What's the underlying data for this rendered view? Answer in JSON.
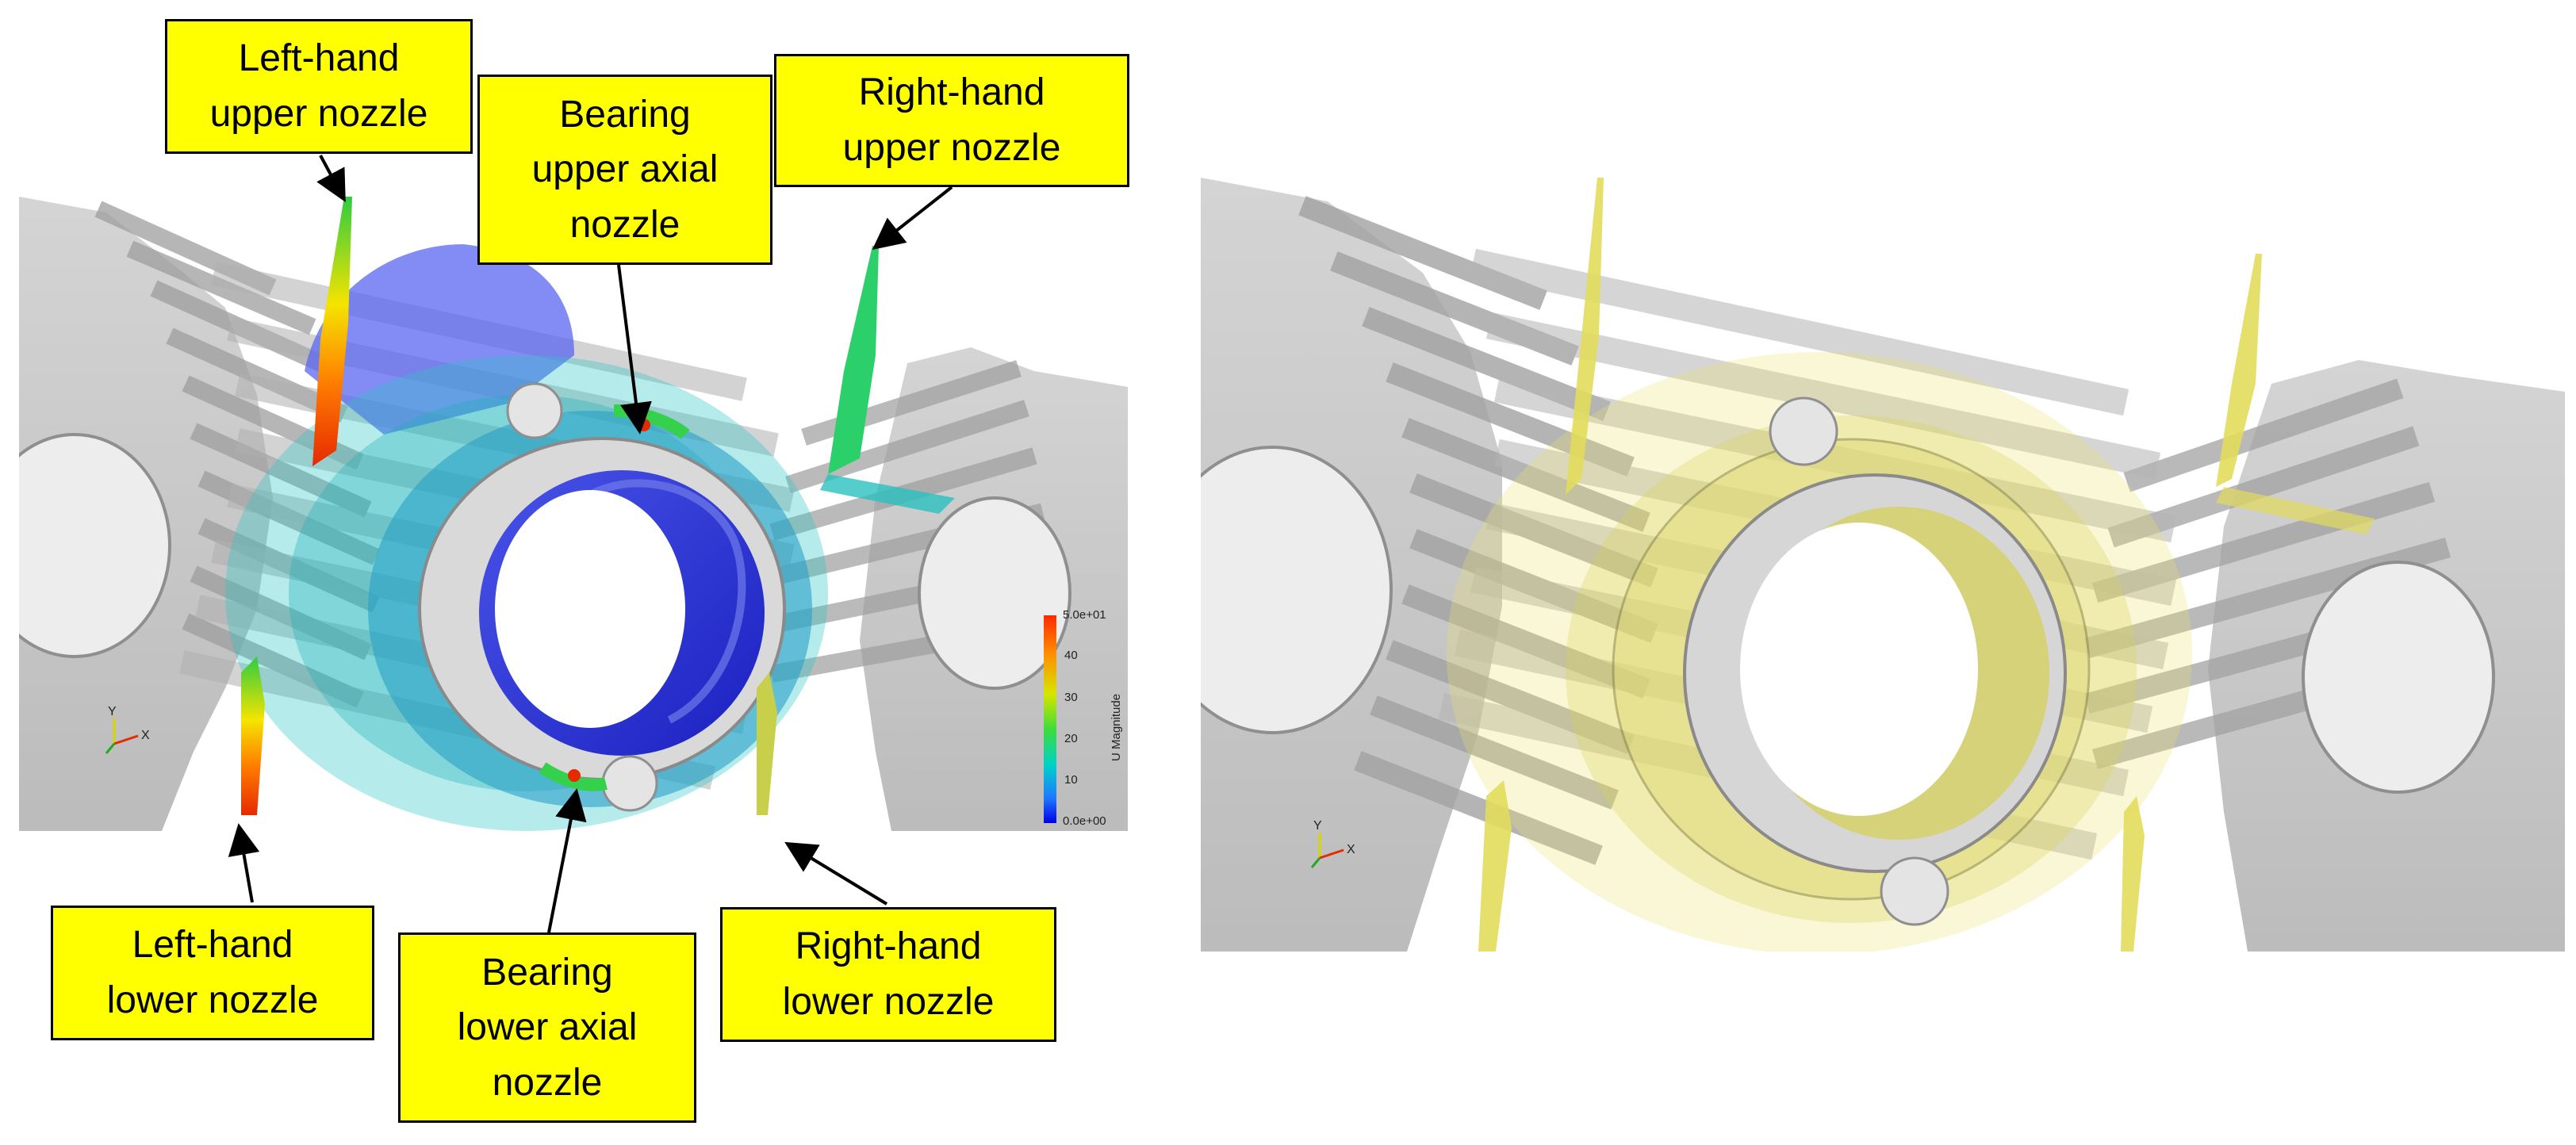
{
  "callouts": {
    "left_upper": "Left-hand\nupper nozzle",
    "bearing_upper": "Bearing\nupper axial\nnozzle",
    "right_upper": "Right-hand\nupper nozzle",
    "left_lower": "Left-hand\nlower nozzle",
    "bearing_lower": "Bearing\nlower axial\nnozzle",
    "right_lower": "Right-hand\nlower nozzle"
  },
  "scalebar": {
    "title": "U Magnitude",
    "max": "5.0e+01",
    "min": "0.0e+00",
    "ticks": [
      "40",
      "30",
      "20",
      "10"
    ],
    "colors": [
      "#ff2a00",
      "#ff8c00",
      "#d6e600",
      "#3cdc3c",
      "#00d2c8",
      "#1e78ff",
      "#0000e6"
    ]
  },
  "axes": {
    "y": "Y",
    "x": "X"
  },
  "colors": {
    "gear": "#c9c9c9",
    "gear_dark": "#9e9e9e",
    "callout_fill": "#ffff00",
    "iso_surface": "#e8e36a"
  }
}
